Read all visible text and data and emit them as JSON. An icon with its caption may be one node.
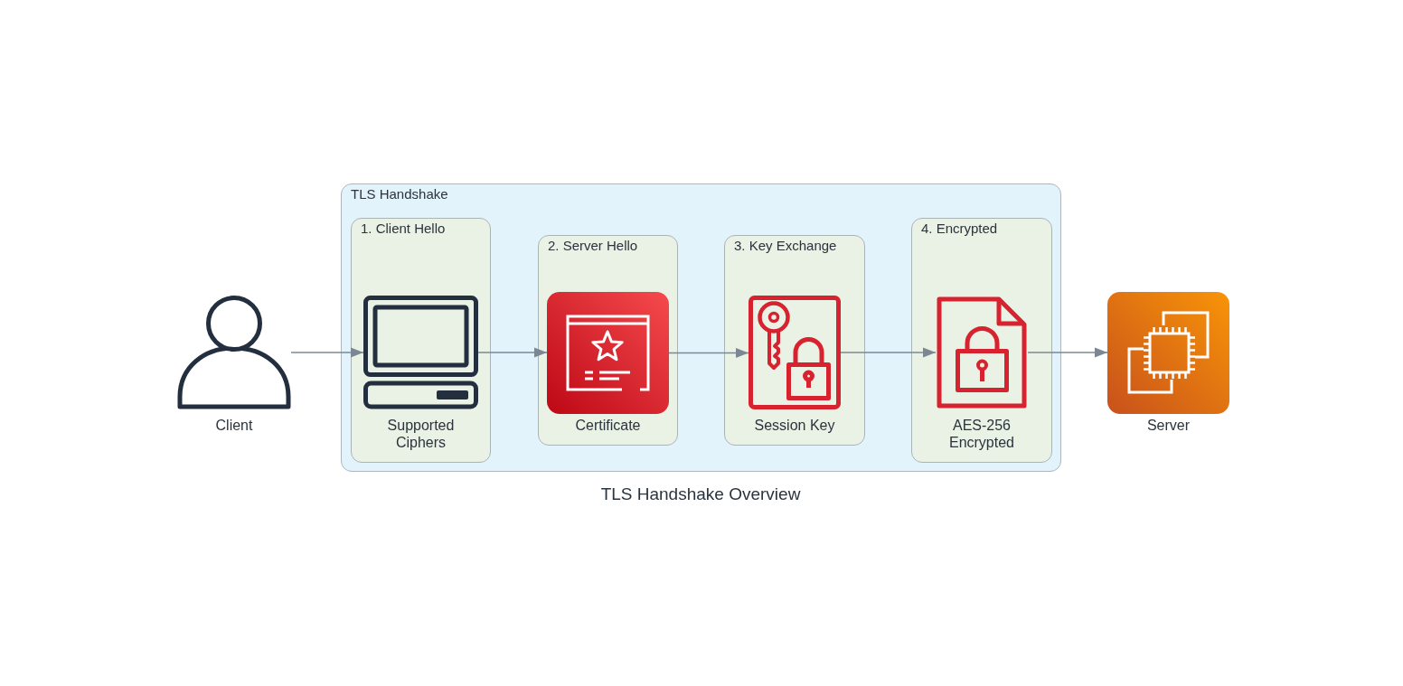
{
  "diagram": {
    "title": "TLS Handshake Overview",
    "nodes": [
      {
        "text": [
          "Client"
        ]
      },
      {
        "text": [
          "TLS Handshake"
        ]
      },
      {
        "text": [
          "1. Client Hello"
        ],
        "in": 1
      },
      {
        "text": [
          "Supported Ciphers"
        ],
        "in": 2
      },
      {
        "text": [
          "2. Server Hello"
        ],
        "in": 1
      },
      {
        "text": [
          "Certificate"
        ],
        "in": 4
      },
      {
        "text": [
          "3. Key Exchange"
        ],
        "in": 1
      },
      {
        "text": [
          "Session Key"
        ],
        "in": 6
      },
      {
        "text": [
          "4. Encrypted"
        ],
        "in": 1
      },
      {
        "text": [
          "AES-256 Encrypted"
        ],
        "in": 8
      },
      {
        "text": [
          "Server"
        ]
      }
    ],
    "edges": [
      {
        "from": 0,
        "to": 3,
        "arrow": "to"
      },
      {
        "from": 3,
        "to": 5,
        "arrow": "to"
      },
      {
        "from": 5,
        "to": 7,
        "arrow": "to"
      },
      {
        "from": 7,
        "to": 9,
        "arrow": "to"
      },
      {
        "from": 9,
        "to": 10,
        "arrow": "to"
      }
    ]
  }
}
